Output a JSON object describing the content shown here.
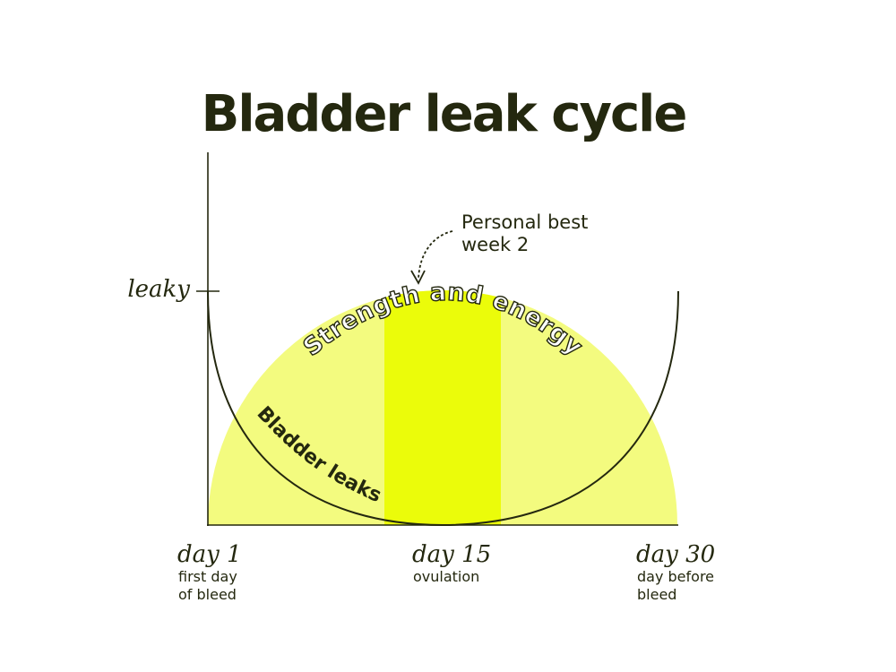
{
  "title": "Bladder leak cycle",
  "y_axis": {
    "tick_label": "leaky"
  },
  "x_axis": {
    "ticks": [
      {
        "day": "day 1",
        "line1": "first day",
        "line2": "of bleed"
      },
      {
        "day": "day 15",
        "line1": "ovulation",
        "line2": ""
      },
      {
        "day": "day 30",
        "line1": "day before",
        "line2": "bleed"
      }
    ]
  },
  "annotation": {
    "line1": "Personal best",
    "line2": "week 2"
  },
  "labels": {
    "arc": "Strength and energy",
    "curve": "Bladder leaks"
  },
  "colors": {
    "ink": "#24280f",
    "semicircle_fill": "#f3fb7f",
    "peak_band_fill": "#ebfc0a",
    "background": "#ffffff"
  }
}
